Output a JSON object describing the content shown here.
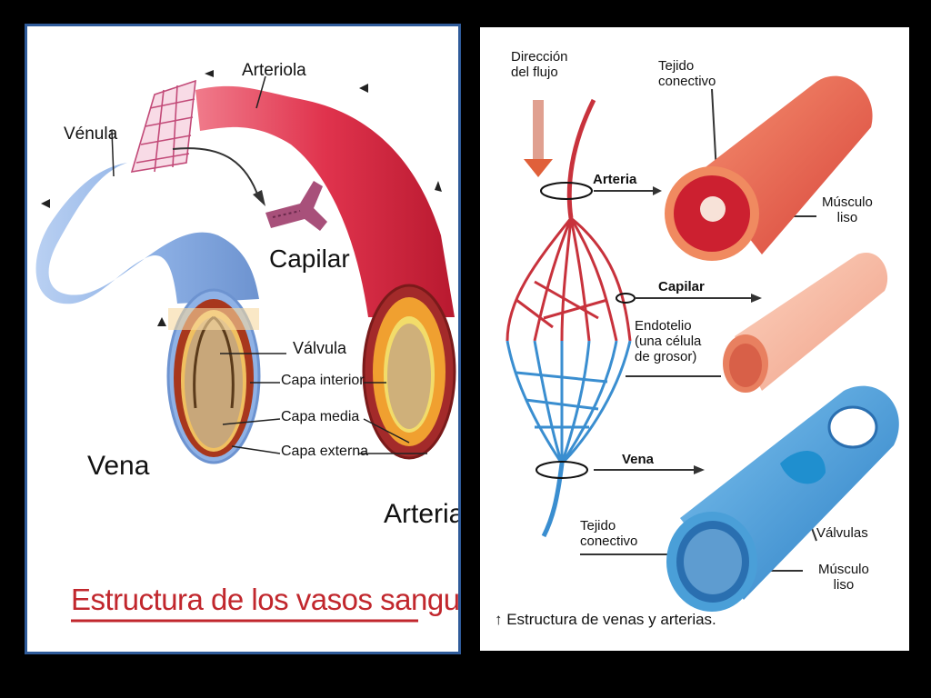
{
  "left_panel": {
    "labels": {
      "arteriola": "Arteriola",
      "venula": "Vénula",
      "capilar": "Capilar",
      "valvula": "Válvula",
      "capa_interior": "Capa interior",
      "capa_media": "Capa media",
      "capa_externa": "Capa externa",
      "vena": "Vena",
      "arteria": "Arteria"
    },
    "title": "Estructura de los vasos sanguíneos",
    "colors": {
      "border": "#2f5b9a",
      "artery": "#d9344a",
      "vein": "#8fb2e6",
      "title": "#c1272d"
    }
  },
  "right_panel": {
    "labels": {
      "direccion": "Dirección\ndel flujo",
      "tejido_top": "Tejido\nconectivo",
      "arteria": "Arteria",
      "musculo_top": "Músculo\nliso",
      "capilar": "Capilar",
      "endotelio": "Endotelio\n(una célula\nde grosor)",
      "vena": "Vena",
      "tejido_bottom": "Tejido\nconectivo",
      "valvulas": "Válvulas",
      "musculo_bottom": "Músculo\nliso"
    },
    "caption": "↑ Estructura de venas y arterias.",
    "colors": {
      "artery": "#c8323c",
      "capillary": "#f2a48c",
      "vein": "#3a8ed0"
    }
  }
}
